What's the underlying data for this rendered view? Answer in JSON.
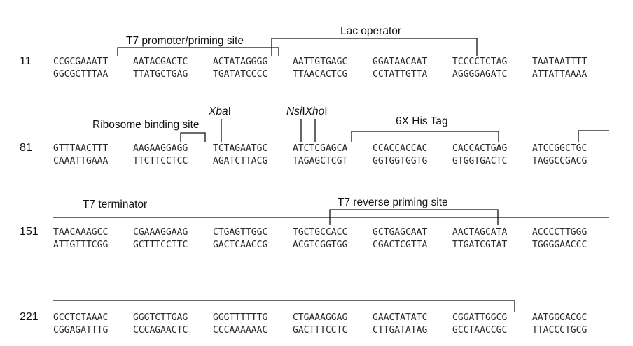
{
  "blocks": [
    {
      "position": "11",
      "top_strand": [
        "CCGCGAAATT",
        "AATACGACTC",
        "ACTATAGGGG",
        "AATTGTGAGC",
        "GGATAACAAT",
        "TCCCCTCTAG",
        "TAATAATTTT"
      ],
      "bottom_strand": [
        "GGCGCTTTAA",
        "TTATGCTGAG",
        "TGATATCCCC",
        "TTAACACTCG",
        "CCTATTGTTA",
        "AGGGGAGATC",
        "ATTATTAAAA"
      ]
    },
    {
      "position": "81",
      "top_strand": [
        "GTTTAACTTT",
        "AAGAAGGAGG",
        "TCTAGAATGC",
        "ATCTCGAGCA",
        "CCACCACCAC",
        "CACCACTGAG",
        "ATCCGGCTGC"
      ],
      "bottom_strand": [
        "CAAATTGAAA",
        "TTCTTCCTCC",
        "AGATCTTACG",
        "TAGAGCTCGT",
        "GGTGGTGGTG",
        "GTGGTGACTC",
        "TAGGCCGACG"
      ]
    },
    {
      "position": "151",
      "top_strand": [
        "TAACAAAGCC",
        "CGAAAGGAAG",
        "CTGAGTTGGC",
        "TGCTGCCACC",
        "GCTGAGCAAT",
        "AACTAGCATA",
        "ACCCCTTGGG"
      ],
      "bottom_strand": [
        "ATTGTTTCGG",
        "GCTTTCCTTC",
        "GACTCAACCG",
        "ACGTCGGTGG",
        "CGACTCGTTA",
        "TTGATCGTAT",
        "TGGGGAACCC"
      ]
    },
    {
      "position": "221",
      "top_strand": [
        "GCCTCTAAAC",
        "GGGTCTTGAG",
        "GGGTTTTTTG",
        "CTGAAAGGAG",
        "GAACTATATC",
        "CGGATTGGCG",
        "AATGGGACGC"
      ],
      "bottom_strand": [
        "CGGAGATTTG",
        "CCCAGAACTC",
        "CCCAAAAAAC",
        "GACTTTCCTC",
        "CTTGATATAG",
        "GCCTAACCGC",
        "TTACCCTGCG"
      ]
    }
  ],
  "features": {
    "t7_promoter": "T7 promoter/priming site",
    "lac_operator": "Lac operator",
    "rbs": "Ribosome binding site",
    "xbai_italic": "Xba",
    "xbai_suffix": "I",
    "nsii_italic": "Nsi",
    "nsii_suffix": "I",
    "xhoi_italic": "Xho",
    "xhoi_suffix": "I",
    "his_tag": "6X His Tag",
    "t7_terminator": "T7 terminator",
    "t7_reverse": "T7 reverse priming site"
  }
}
